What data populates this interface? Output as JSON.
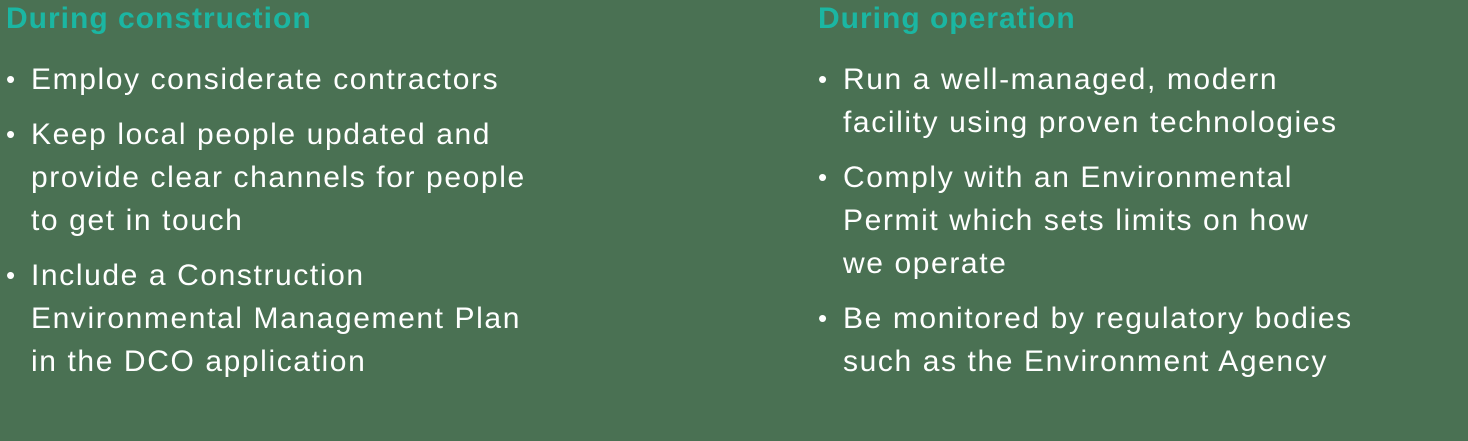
{
  "theme": {
    "background_color": "#4a7153",
    "heading_color": "#1bb6a2",
    "text_color": "#ffffff"
  },
  "bullet_glyph": "•",
  "columns": [
    {
      "heading": "During construction",
      "bullets": [
        "Employ considerate contractors",
        "Keep local people updated and\nprovide clear channels for people\nto get in touch",
        "Include a Construction\nEnvironmental Management Plan\nin the DCO application"
      ]
    },
    {
      "heading": "During operation",
      "bullets": [
        "Run a well-managed, modern\nfacility using proven technologies",
        "Comply with an Environmental\nPermit which sets limits on how\nwe operate",
        "Be monitored by regulatory bodies\nsuch as the Environment Agency"
      ]
    }
  ]
}
